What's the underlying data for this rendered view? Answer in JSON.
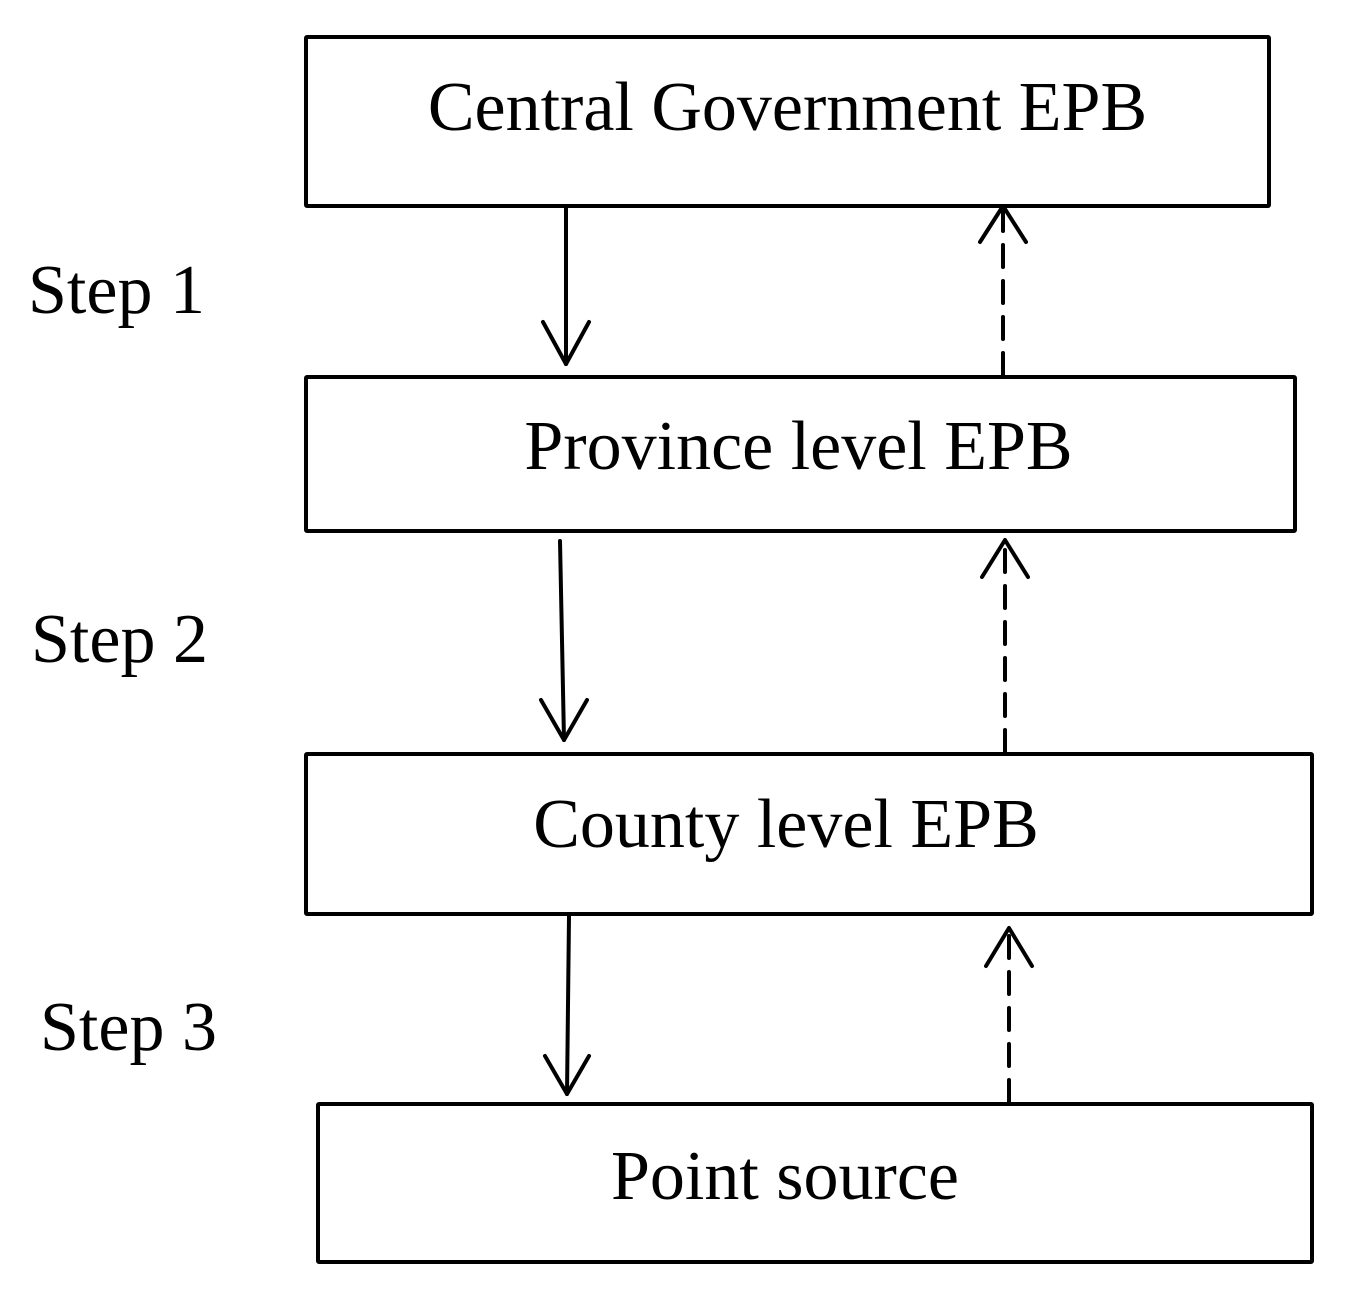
{
  "levels": {
    "central": "Central Government EPB",
    "province": "Province level EPB",
    "county": "County level EPB",
    "point_source": "Point source"
  },
  "steps": {
    "step1": "Step 1",
    "step2": "Step 2",
    "step3": "Step 3"
  },
  "colors": {
    "stroke": "#000000",
    "background": "#ffffff"
  },
  "flows": [
    {
      "from": "levels.central",
      "to": "levels.province",
      "style": "solid"
    },
    {
      "from": "levels.province",
      "to": "levels.central",
      "style": "dashed"
    },
    {
      "from": "levels.province",
      "to": "levels.county",
      "style": "solid"
    },
    {
      "from": "levels.county",
      "to": "levels.province",
      "style": "dashed"
    },
    {
      "from": "levels.county",
      "to": "levels.point_source",
      "style": "solid"
    },
    {
      "from": "levels.point_source",
      "to": "levels.county",
      "style": "dashed"
    }
  ]
}
